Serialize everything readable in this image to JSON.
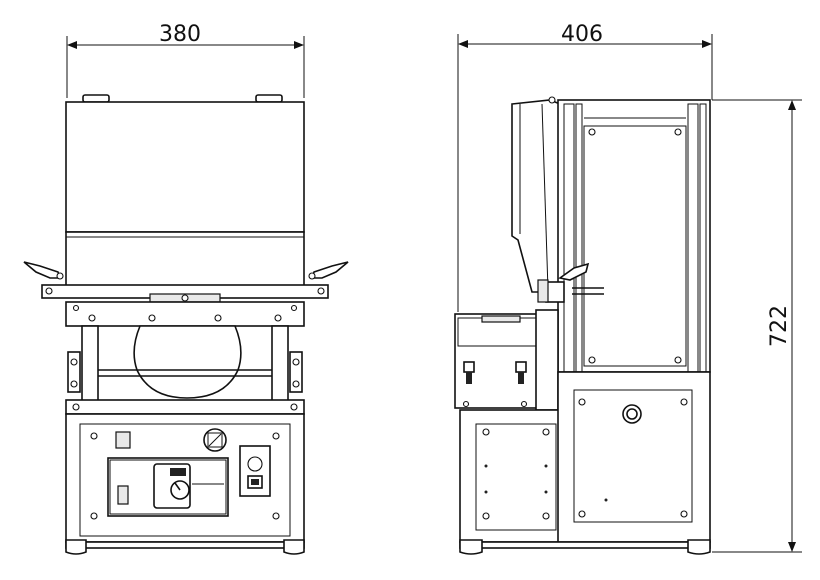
{
  "dimensions": {
    "front_width": "380",
    "side_depth": "406",
    "height": "722"
  }
}
